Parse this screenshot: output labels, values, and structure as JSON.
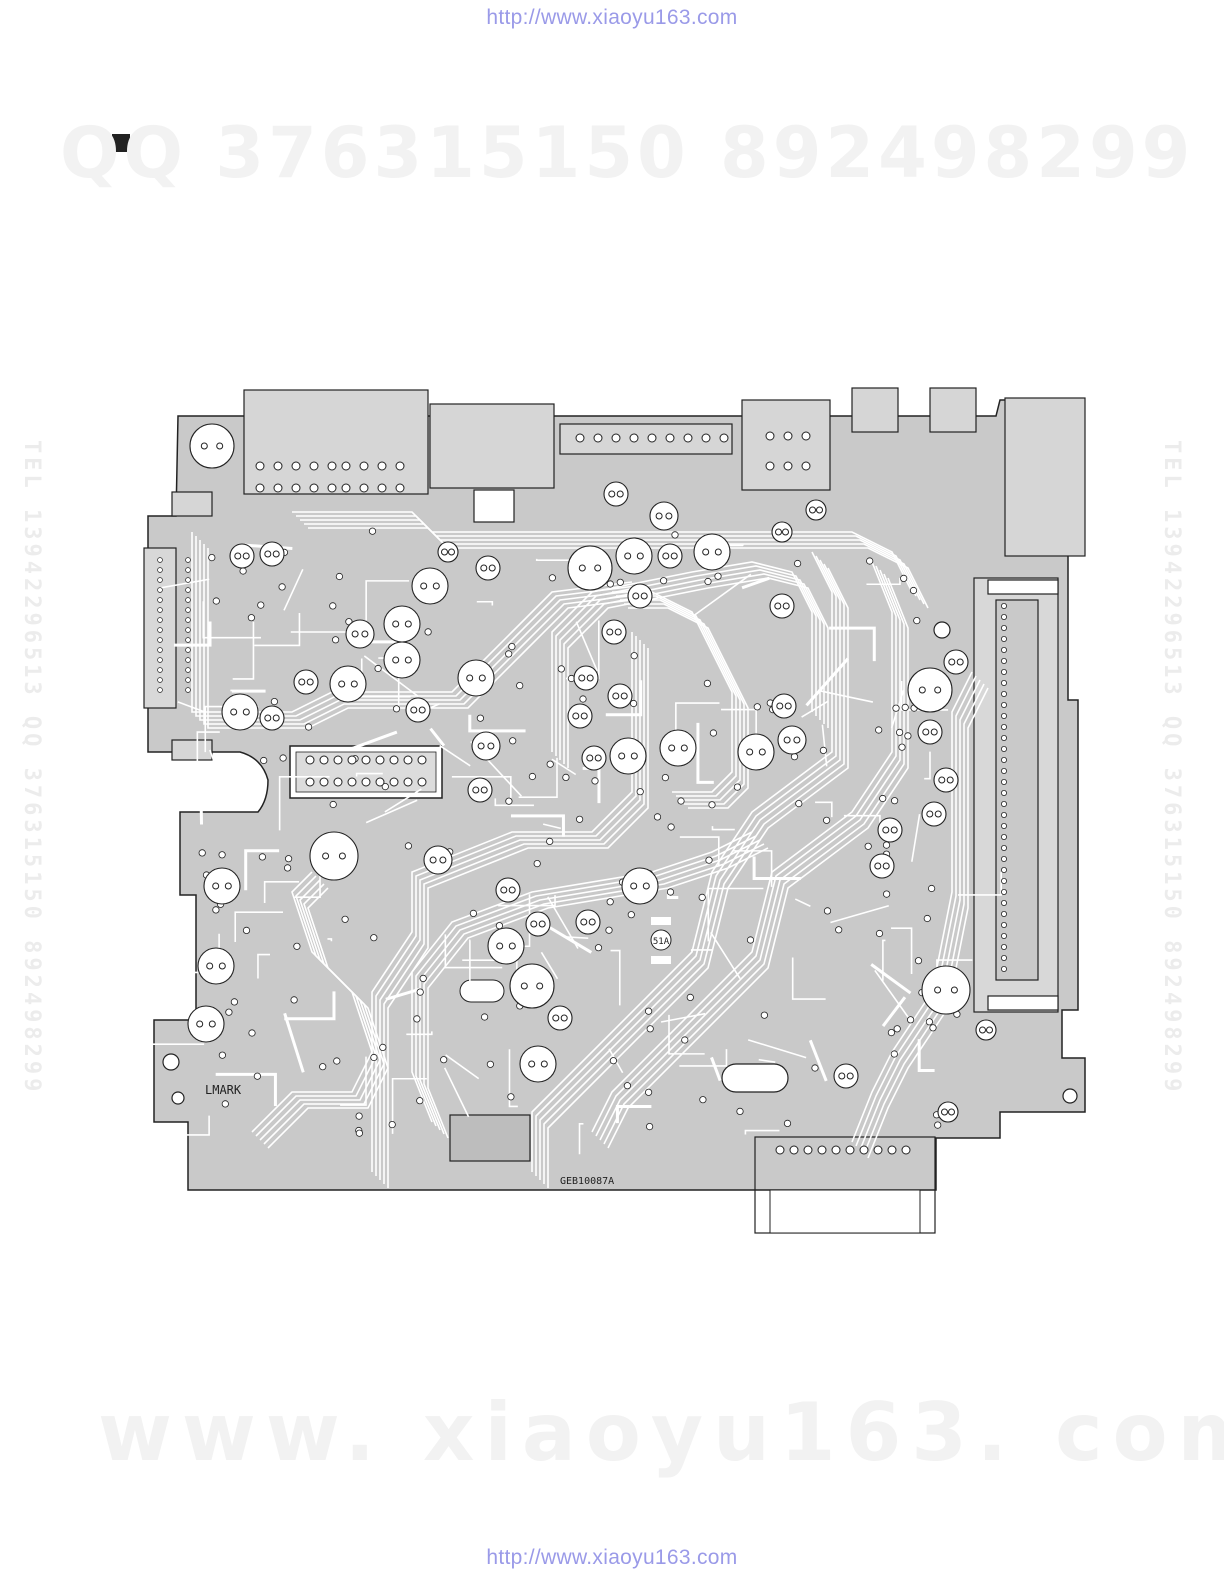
{
  "header": {
    "url": "http://www.xiaoyu163.com"
  },
  "footer": {
    "url": "http://www.xiaoyu163.com"
  },
  "watermarks": {
    "qq_left": "QQ 376315150",
    "qq_right": "892498299",
    "site": "www. xiaoyu163. com",
    "side_text": "TEL 13942296513 QQ 376315150 892498299"
  },
  "board": {
    "code": "GEB10087A",
    "mark_label": "LMARK",
    "fuse_label": "51A"
  },
  "colors": {
    "copper": "#c9c9c9",
    "trace": "#ffffff",
    "outline": "#222222",
    "url": "#9a9ae8"
  }
}
